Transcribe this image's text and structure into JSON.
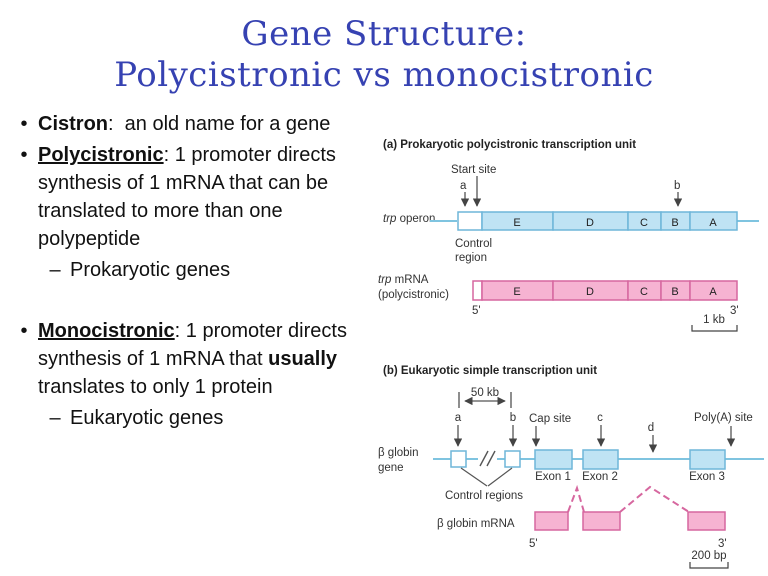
{
  "title": {
    "line1": "Gene Structure:",
    "line2": "Polycistronic vs monocistronic"
  },
  "bullets": {
    "marker": "•",
    "sub_marker": "–",
    "cistron": {
      "term": "Cistron",
      "rest": ":  an old name for a gene"
    },
    "poly": {
      "term": "Polycistronic",
      "rest": ": 1 promoter directs synthesis of 1 mRNA that can be translated to more than one polypeptide",
      "sub": "Prokaryotic genes"
    },
    "mono": {
      "term": "Monocistronic",
      "rest1": ": 1 promoter directs synthesis of 1 mRNA that ",
      "bold": "usually",
      "rest2": " translates to only 1 protein",
      "sub": "Eukaryotic genes"
    }
  },
  "figure": {
    "panel_a": {
      "heading": "(a) Prokaryotic polycistronic transcription unit",
      "start_site": "Start site",
      "marker_a": "a",
      "marker_b": "b",
      "gene_label_italic": "trp",
      "gene_label_rest": " operon",
      "segments": [
        "E",
        "D",
        "C",
        "B",
        "A"
      ],
      "control_region_line1": "Control",
      "control_region_line2": "region",
      "mrna_label_italic": "trp",
      "mrna_label_rest": " mRNA",
      "mrna_label_line2": "(polycistronic)",
      "five_prime": "5'",
      "three_prime": "3'",
      "scale": "1 kb"
    },
    "panel_b": {
      "heading": "(b) Eukaryotic simple transcription unit",
      "distance": "50 kb",
      "marker_a": "a",
      "marker_b": "b",
      "cap_site": "Cap site",
      "marker_c": "c",
      "marker_d": "d",
      "polya_site": "Poly(A) site",
      "gene_label_line1": "β globin",
      "gene_label_line2": "gene",
      "exons": [
        "Exon 1",
        "Exon 2",
        "Exon 3"
      ],
      "control_regions": "Control regions",
      "mrna_label": "β globin mRNA",
      "five_prime": "5'",
      "three_prime": "3'",
      "scale": "200 bp"
    },
    "colors": {
      "title_blue": "#3642b2",
      "exon_fill": "#bfe3f4",
      "exon_border": "#6fb6d9",
      "mrna_fill": "#f6b3d2",
      "mrna_border": "#d6679f",
      "backbone_line": "#7fc4e0",
      "annotation": "#333333"
    }
  }
}
